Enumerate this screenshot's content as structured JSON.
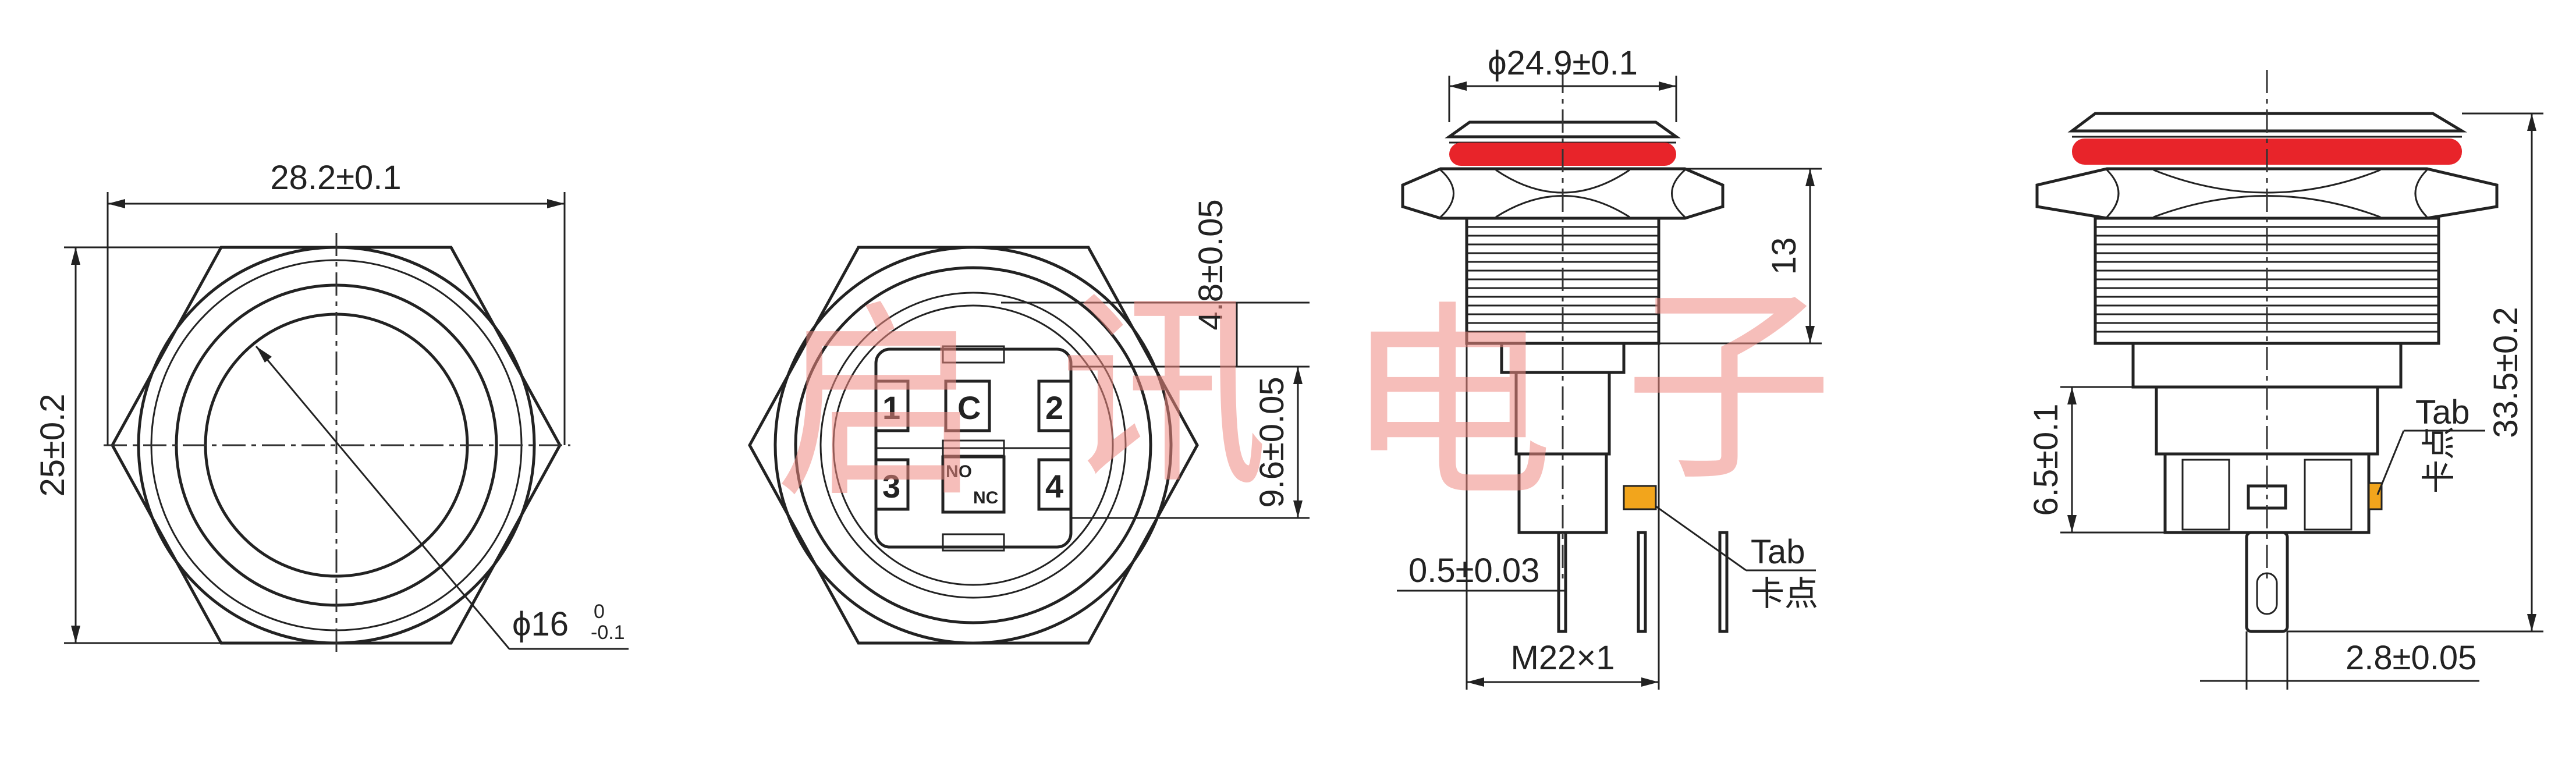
{
  "dimensions": {
    "front_width": "28.2±0.1",
    "front_height": "25±0.2",
    "front_diameter_main": "ϕ16",
    "front_diameter_tol_upper": "0",
    "front_diameter_tol_lower": "-0.1",
    "top_height": "4.8±0.05",
    "terminal_pitch": "9.6±0.05",
    "head_diameter": "ϕ24.9±0.1",
    "thread_length": "13",
    "pin_thickness": "0.5±0.03",
    "thread_spec": "M22×1",
    "total_height": "33.5±0.2",
    "terminal_height": "6.5±0.1",
    "pin_width": "2.8±0.05"
  },
  "labels": {
    "tab_en_1": "Tab",
    "tab_cn_1": "卡点",
    "tab_en_2": "Tab",
    "tab_cn_2": "卡点"
  },
  "terminals": {
    "t1": "1",
    "t2": "2",
    "t3": "3",
    "t4": "4",
    "tc": "C",
    "tno": "NO",
    "tnc": "NC"
  },
  "watermark": {
    "c1": "启",
    "c2": "讯",
    "c3": "电",
    "c4": "子"
  },
  "colors": {
    "led_ring": "#e8242a",
    "tab_marker": "#f2a51c",
    "watermark": "#f08a82",
    "line": "#222222"
  }
}
